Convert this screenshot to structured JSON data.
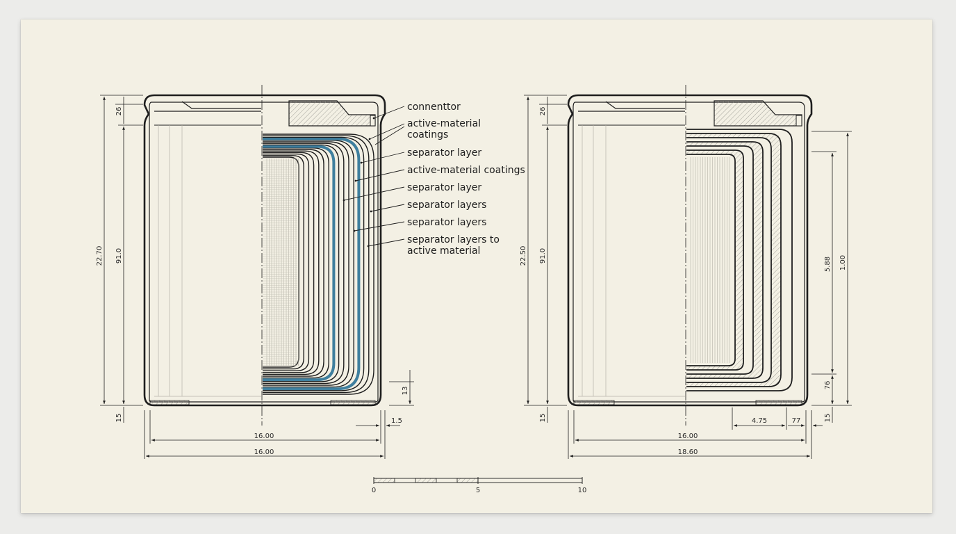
{
  "colors": {
    "ink": "#1e1e1e",
    "paper": "#f3f0e4",
    "accent": "#3f7f9e",
    "hatch": "#9a9a94"
  },
  "left": {
    "callouts": [
      "connenttor",
      "active-material coatings",
      "separator layer",
      "active-material coatings",
      "separator layer",
      "separator layers",
      "separator layers",
      "separator layers to active material"
    ],
    "dims": {
      "top": "26",
      "overall": "22.70",
      "inner": "91.0",
      "bottom": "15",
      "gap": "13",
      "edge": "1.5",
      "width_inner": "16.00",
      "width_outer": "16.00"
    }
  },
  "right": {
    "dims": {
      "top": "26",
      "overall": "22.50",
      "inner": "91.0",
      "bottom": "15",
      "r1": "5.88",
      "r2": "1.00",
      "r3": "76",
      "r4": "15",
      "w1": "4.75",
      "w2": "77",
      "width_inner": "16.00",
      "width_outer": "18.60"
    }
  },
  "scale": {
    "ticks": [
      "0",
      "5",
      "10"
    ]
  }
}
